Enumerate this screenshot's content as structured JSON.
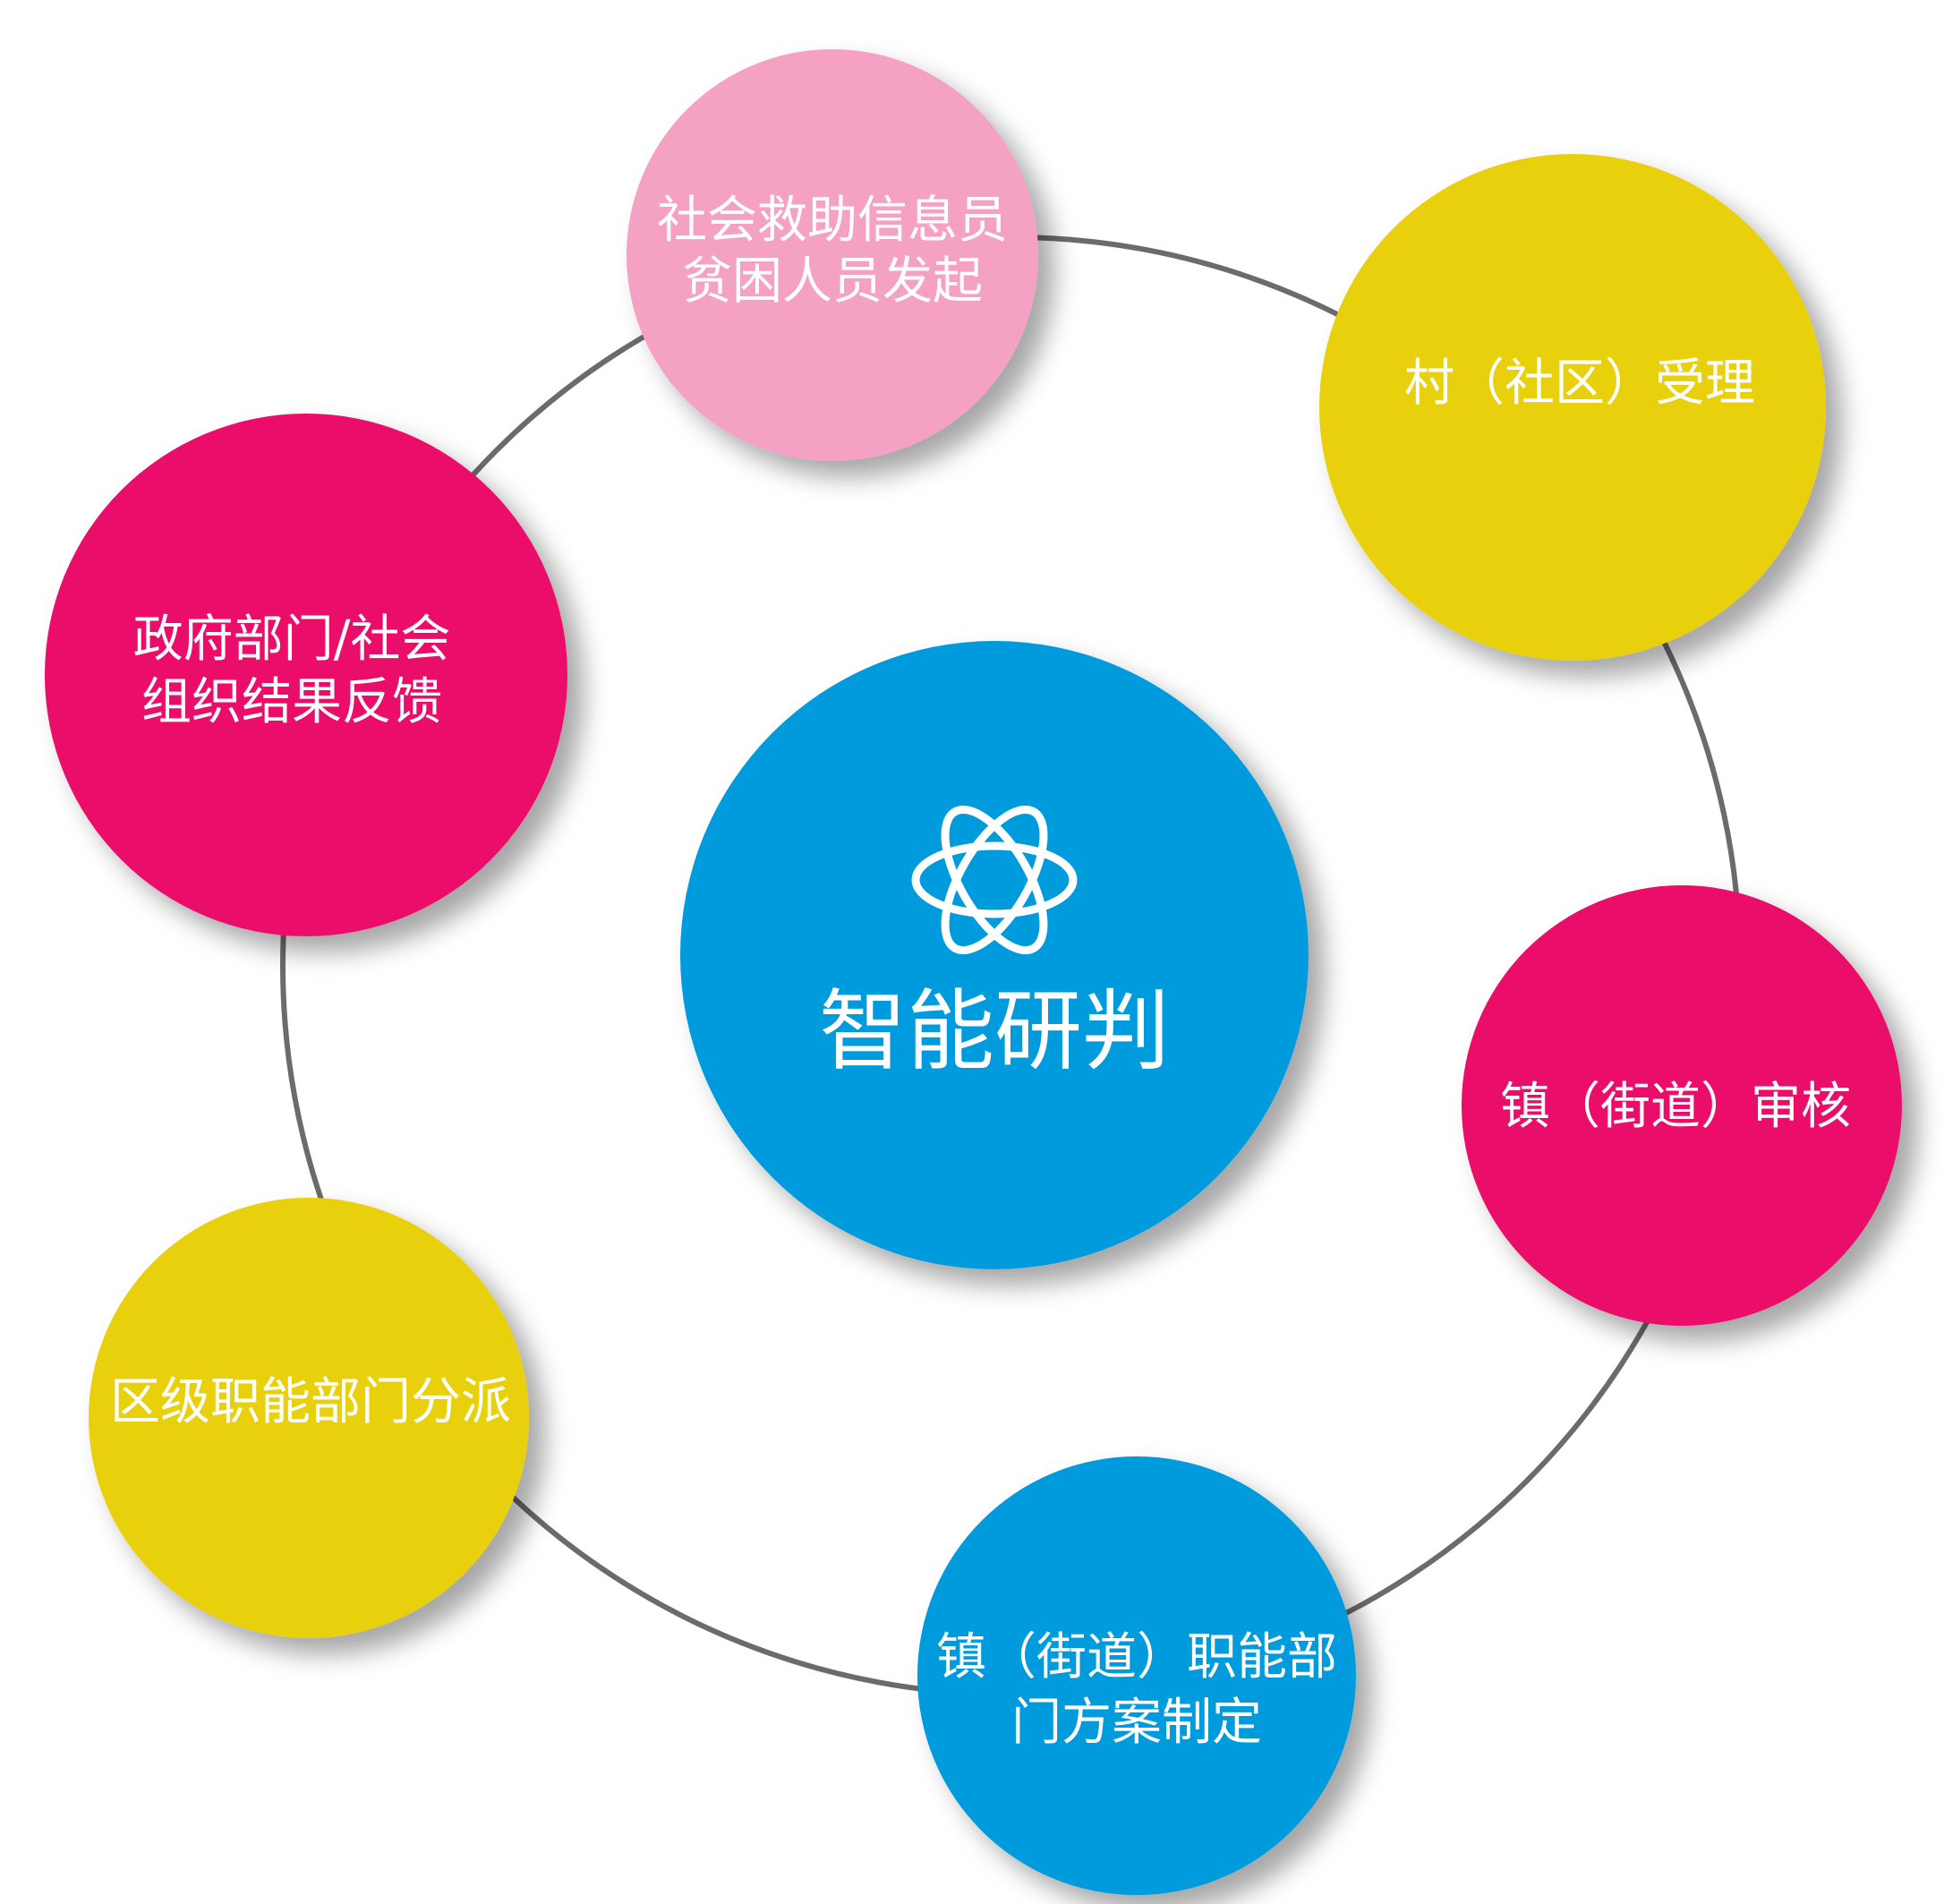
{
  "colors": {
    "pink": "#f4a1c3",
    "yellow": "#e9d00c",
    "magenta": "#ea0e6a",
    "blue": "#009bdd",
    "ring": "#6b6b6b"
  },
  "center": {
    "label": "智能研判",
    "icon": "atom-icon"
  },
  "nodes": [
    {
      "lines": [
        "社会救助信息员",
        "贫困人员发起"
      ],
      "color": "pink"
    },
    {
      "lines": [
        "村（社区）受理"
      ],
      "color": "yellow"
    },
    {
      "lines": [
        "镇（街道）审核"
      ],
      "color": "magenta"
    },
    {
      "lines": [
        "镇（街道）职能部",
        "门方案制定"
      ],
      "color": "blue"
    },
    {
      "lines": [
        "区级职能部门分派"
      ],
      "color": "yellow"
    },
    {
      "lines": [
        "政府部门/社会",
        "组织结果反馈"
      ],
      "color": "magenta"
    }
  ]
}
